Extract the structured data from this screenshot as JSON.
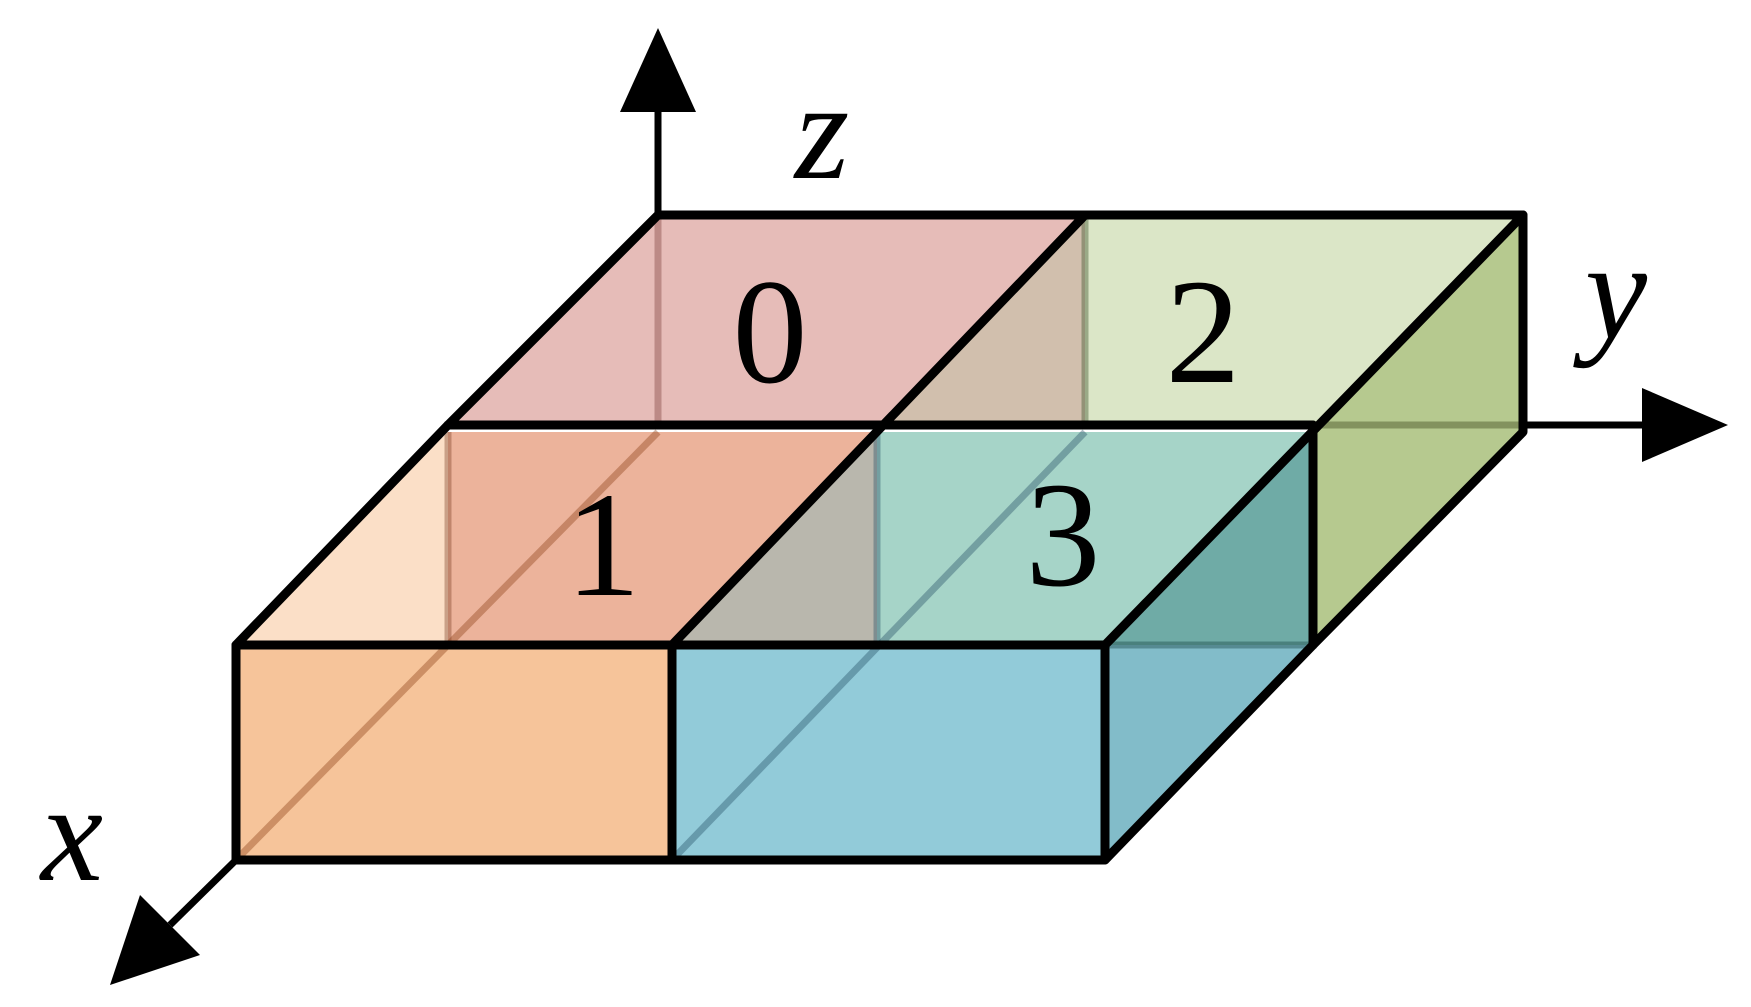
{
  "axes": {
    "x": {
      "label": "x",
      "icon": "arrow-icon"
    },
    "y": {
      "label": "y",
      "icon": "arrow-icon"
    },
    "z": {
      "label": "z",
      "icon": "arrow-icon"
    }
  },
  "cells": [
    {
      "id": "0",
      "label": "0",
      "top_color": "#e6bcb8",
      "side_color": "#c99e98"
    },
    {
      "id": "1",
      "label": "1",
      "top_color": "#ecb39b",
      "side_color": "#fbdfc7"
    },
    {
      "id": "2",
      "label": "2",
      "top_color": "#dbe6c7",
      "side_color": "#b6c98f"
    },
    {
      "id": "3",
      "label": "3",
      "top_color": "#a6d4c8",
      "side_color": "#6faba6"
    }
  ],
  "front_faces": {
    "left_color": "#f6c49a",
    "right_color": "#92cbd9",
    "right_side_color": "#82bcc9"
  },
  "edge_color": "#000000"
}
